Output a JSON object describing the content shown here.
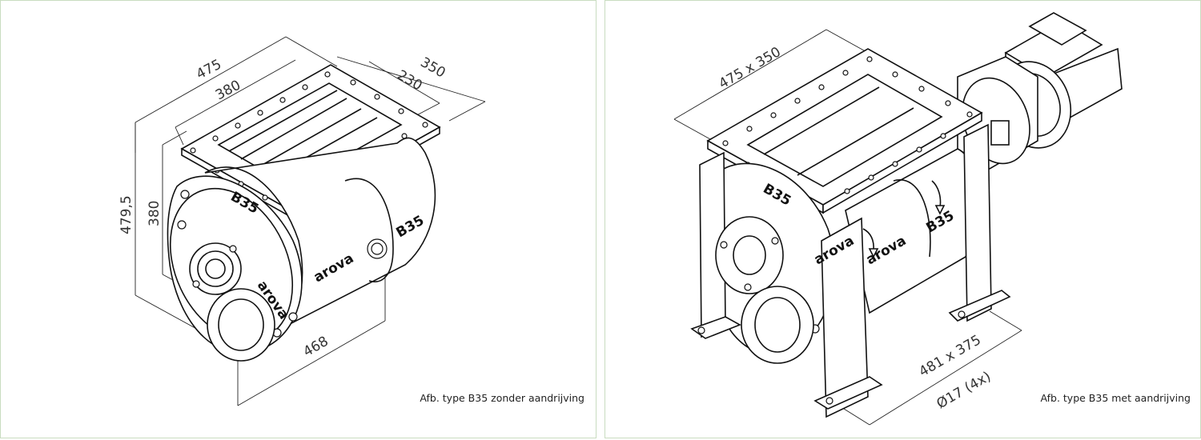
{
  "left": {
    "caption": "Afb. type B35 zonder aandrijving",
    "dims": {
      "top_outer": "475",
      "top_inner": "380",
      "depth_outer": "350",
      "depth_inner": "230",
      "height_outer": "479,5",
      "height_inner": "380",
      "length": "468"
    },
    "labels": {
      "brand_1": "arova",
      "brand_2": "arova",
      "type_1": "B35",
      "type_2": "B35"
    }
  },
  "right": {
    "caption": "Afb. type B35 met aandrijving",
    "dims": {
      "top": "475 x 350",
      "base": "481 x 375",
      "holes": "Ø17 (4x)"
    },
    "labels": {
      "brand_1": "arova",
      "brand_2": "arova",
      "type_1": "B35",
      "type_2": "B35"
    }
  },
  "colors": {
    "panel_border": "#c9dcc0",
    "line": "#111111"
  }
}
